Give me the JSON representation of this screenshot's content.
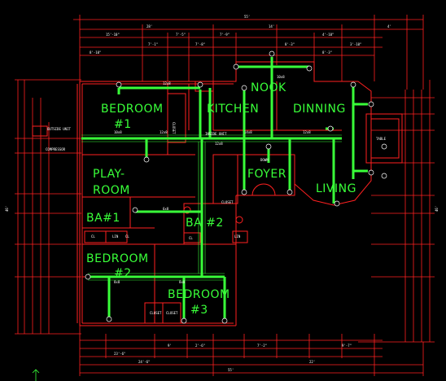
{
  "colors": {
    "background": "#000000",
    "walls": "#ff2020",
    "ducts": "#39ff39",
    "labels": "#39ff39",
    "text_small": "#ffffff"
  },
  "rooms": {
    "bedroom1_a": "BEDROOM",
    "bedroom1_b": "#1",
    "kitchen": "KITCHEN",
    "nook": "NOOK",
    "dining": "DINNING",
    "play_a": "PLAY-",
    "play_b": "ROOM",
    "foyer": "FOYER",
    "living": "LIVING",
    "bath1": "BA#1",
    "bath2": "BA #2",
    "bedroom2_a": "BEDROOM",
    "bedroom2_b": "#2",
    "bedroom3_a": "BEDROOM",
    "bedroom3_b": "#3"
  },
  "labels": {
    "closet1": "CLOSET",
    "closet_b2": "CLOSET",
    "closet_b3a": "CLOSET",
    "closet_b3b": "CLOSET",
    "outside_unit": "OUTSIDE UNIT",
    "compressor": "COMPRESSOR",
    "table": "TABLE",
    "down": "DOWN",
    "inside_unit": "INSIDE UNIT",
    "cl1": "CL",
    "lin1": "LIN",
    "cl2": "CL",
    "lin2": "LIN",
    "cl3": "CL"
  },
  "dimensions": {
    "top_total": "55'",
    "top_left": "28'",
    "top_mid": "14'",
    "top_right": "4'",
    "d1": "15'-10\"",
    "d2": "7'-1\"",
    "d3": "7'-5\"",
    "d4": "7'-8\"",
    "d5": "7'-9\"",
    "d6": "8'-3\"",
    "d7": "4'-10\"",
    "d8": "3'-10\"",
    "d9": "8'-10\"",
    "d10": "8'-3\"",
    "bottom_total": "55'",
    "bottom_left": "24'-6\"",
    "bottom_right": "22'",
    "b1": "23'-6\"",
    "b2": "9'",
    "b3": "2'-6\"",
    "b4": "7'-2\"",
    "b5": "9'-7\"",
    "left_total": "46'",
    "right_total": "46'"
  },
  "duct_sizes": [
    "10x8",
    "12x8",
    "12x8",
    "14x8",
    "12x8",
    "10x8",
    "12x8",
    "8x8",
    "8x8",
    "6x8"
  ]
}
